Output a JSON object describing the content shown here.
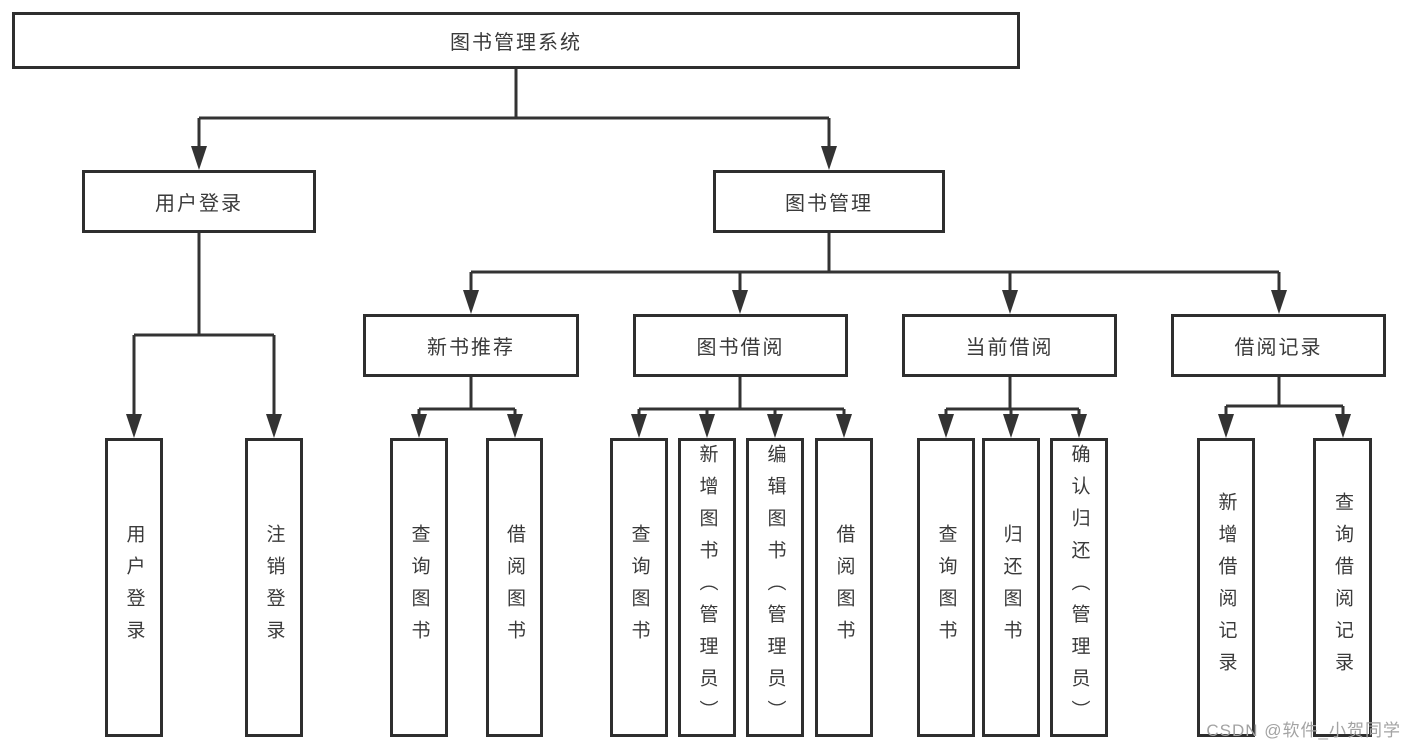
{
  "tree": {
    "root": "图书管理系统",
    "login_branch": {
      "label": "用户登录",
      "children": [
        "用户登录",
        "注销登录"
      ]
    },
    "mgmt_branch": {
      "label": "图书管理",
      "groups": [
        {
          "label": "新书推荐",
          "children": [
            "查询图书",
            "借阅图书"
          ]
        },
        {
          "label": "图书借阅",
          "children": [
            "查询图书",
            "新增图书（管理员）",
            "编辑图书（管理员）",
            "借阅图书"
          ]
        },
        {
          "label": "当前借阅",
          "children": [
            "查询图书",
            "归还图书",
            "确认归还（管理员）"
          ]
        },
        {
          "label": "借阅记录",
          "children": [
            "新增借阅记录",
            "查询借阅记录"
          ]
        }
      ]
    }
  },
  "watermark": "CSDN @软件_小贺同学",
  "colors": {
    "line": "#333333",
    "border": "#2e2e2e",
    "text": "#3a3a3a",
    "watermark": "#a3a3a3",
    "background": "#ffffff"
  }
}
